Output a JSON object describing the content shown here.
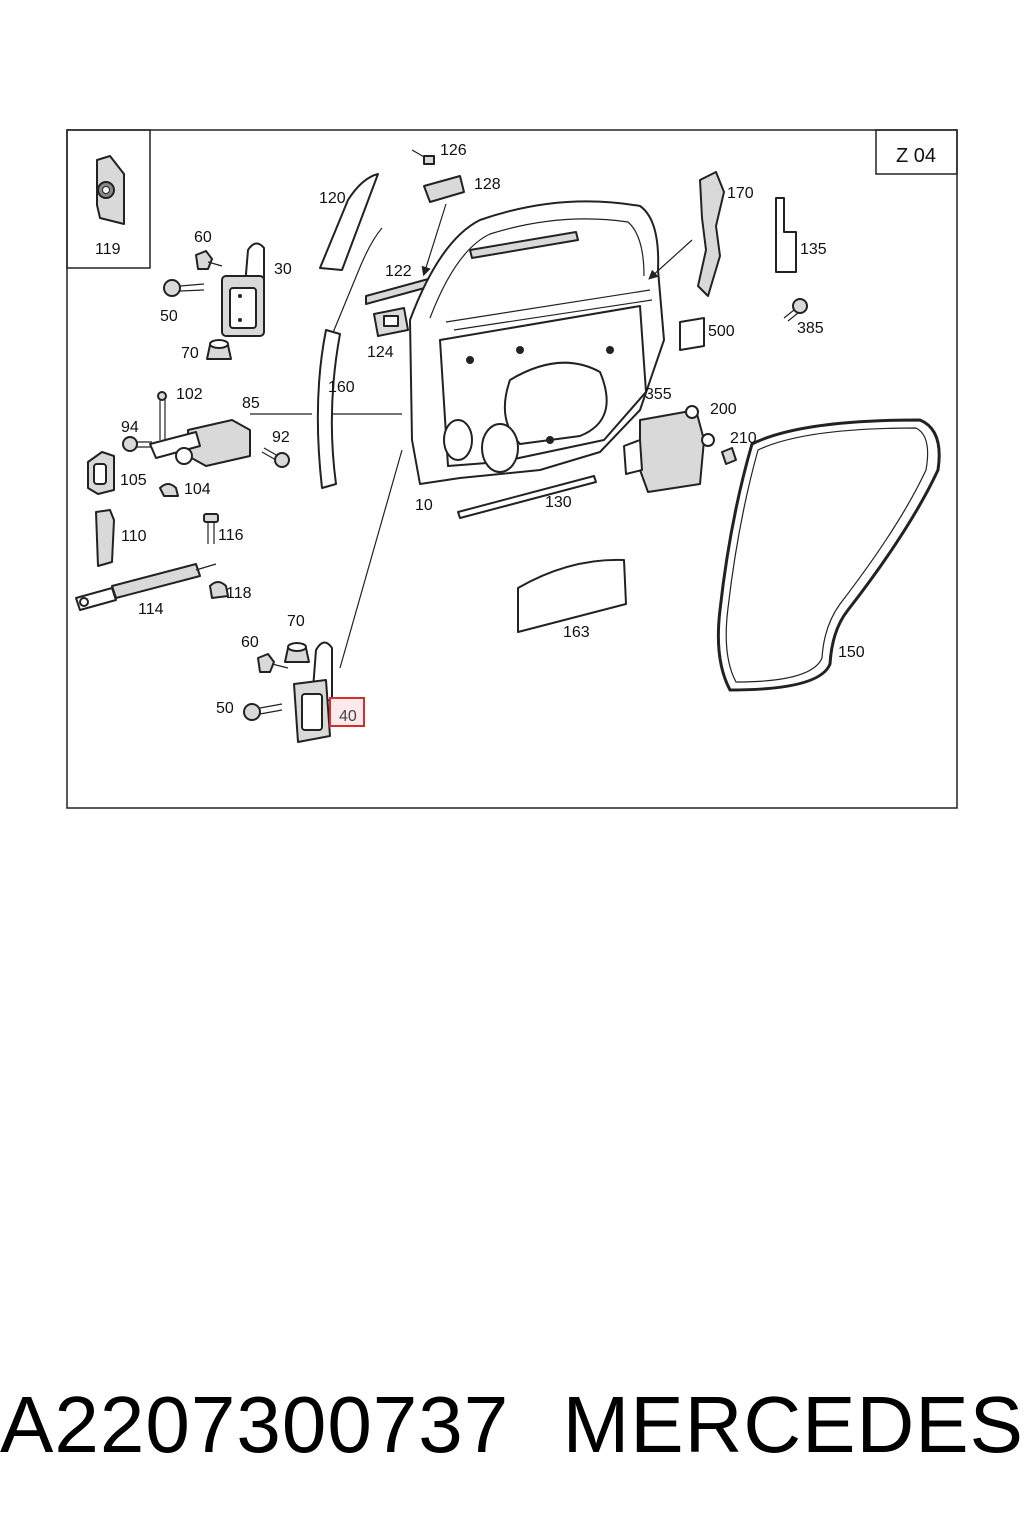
{
  "sheet_code": "Z 04",
  "highlight_color": "#d32f2f",
  "highlight_fill": "#fde8ec",
  "callouts": [
    {
      "id": "c119",
      "text": "119"
    },
    {
      "id": "c60a",
      "text": "60"
    },
    {
      "id": "c30",
      "text": "30"
    },
    {
      "id": "c50a",
      "text": "50"
    },
    {
      "id": "c70a",
      "text": "70"
    },
    {
      "id": "c120",
      "text": "120"
    },
    {
      "id": "c122",
      "text": "122"
    },
    {
      "id": "c124",
      "text": "124"
    },
    {
      "id": "c126",
      "text": "126"
    },
    {
      "id": "c128",
      "text": "128"
    },
    {
      "id": "c160",
      "text": "160"
    },
    {
      "id": "c102",
      "text": "102"
    },
    {
      "id": "c85",
      "text": "85"
    },
    {
      "id": "c94",
      "text": "94"
    },
    {
      "id": "c92",
      "text": "92"
    },
    {
      "id": "c105",
      "text": "105"
    },
    {
      "id": "c104",
      "text": "104"
    },
    {
      "id": "c110",
      "text": "110"
    },
    {
      "id": "c116",
      "text": "116"
    },
    {
      "id": "c114",
      "text": "114"
    },
    {
      "id": "c118",
      "text": "118"
    },
    {
      "id": "c70b",
      "text": "70"
    },
    {
      "id": "c60b",
      "text": "60"
    },
    {
      "id": "c50b",
      "text": "50"
    },
    {
      "id": "c10",
      "text": "10"
    },
    {
      "id": "c130",
      "text": "130"
    },
    {
      "id": "c163",
      "text": "163"
    },
    {
      "id": "c170",
      "text": "170"
    },
    {
      "id": "c135",
      "text": "135"
    },
    {
      "id": "c500",
      "text": "500"
    },
    {
      "id": "c385",
      "text": "385"
    },
    {
      "id": "c355",
      "text": "355"
    },
    {
      "id": "c200",
      "text": "200"
    },
    {
      "id": "c210",
      "text": "210"
    },
    {
      "id": "c150",
      "text": "150"
    }
  ],
  "highlighted_callout": {
    "text": "40"
  },
  "caption": {
    "part_number": "A2207300737",
    "brand": "MERCEDES"
  }
}
